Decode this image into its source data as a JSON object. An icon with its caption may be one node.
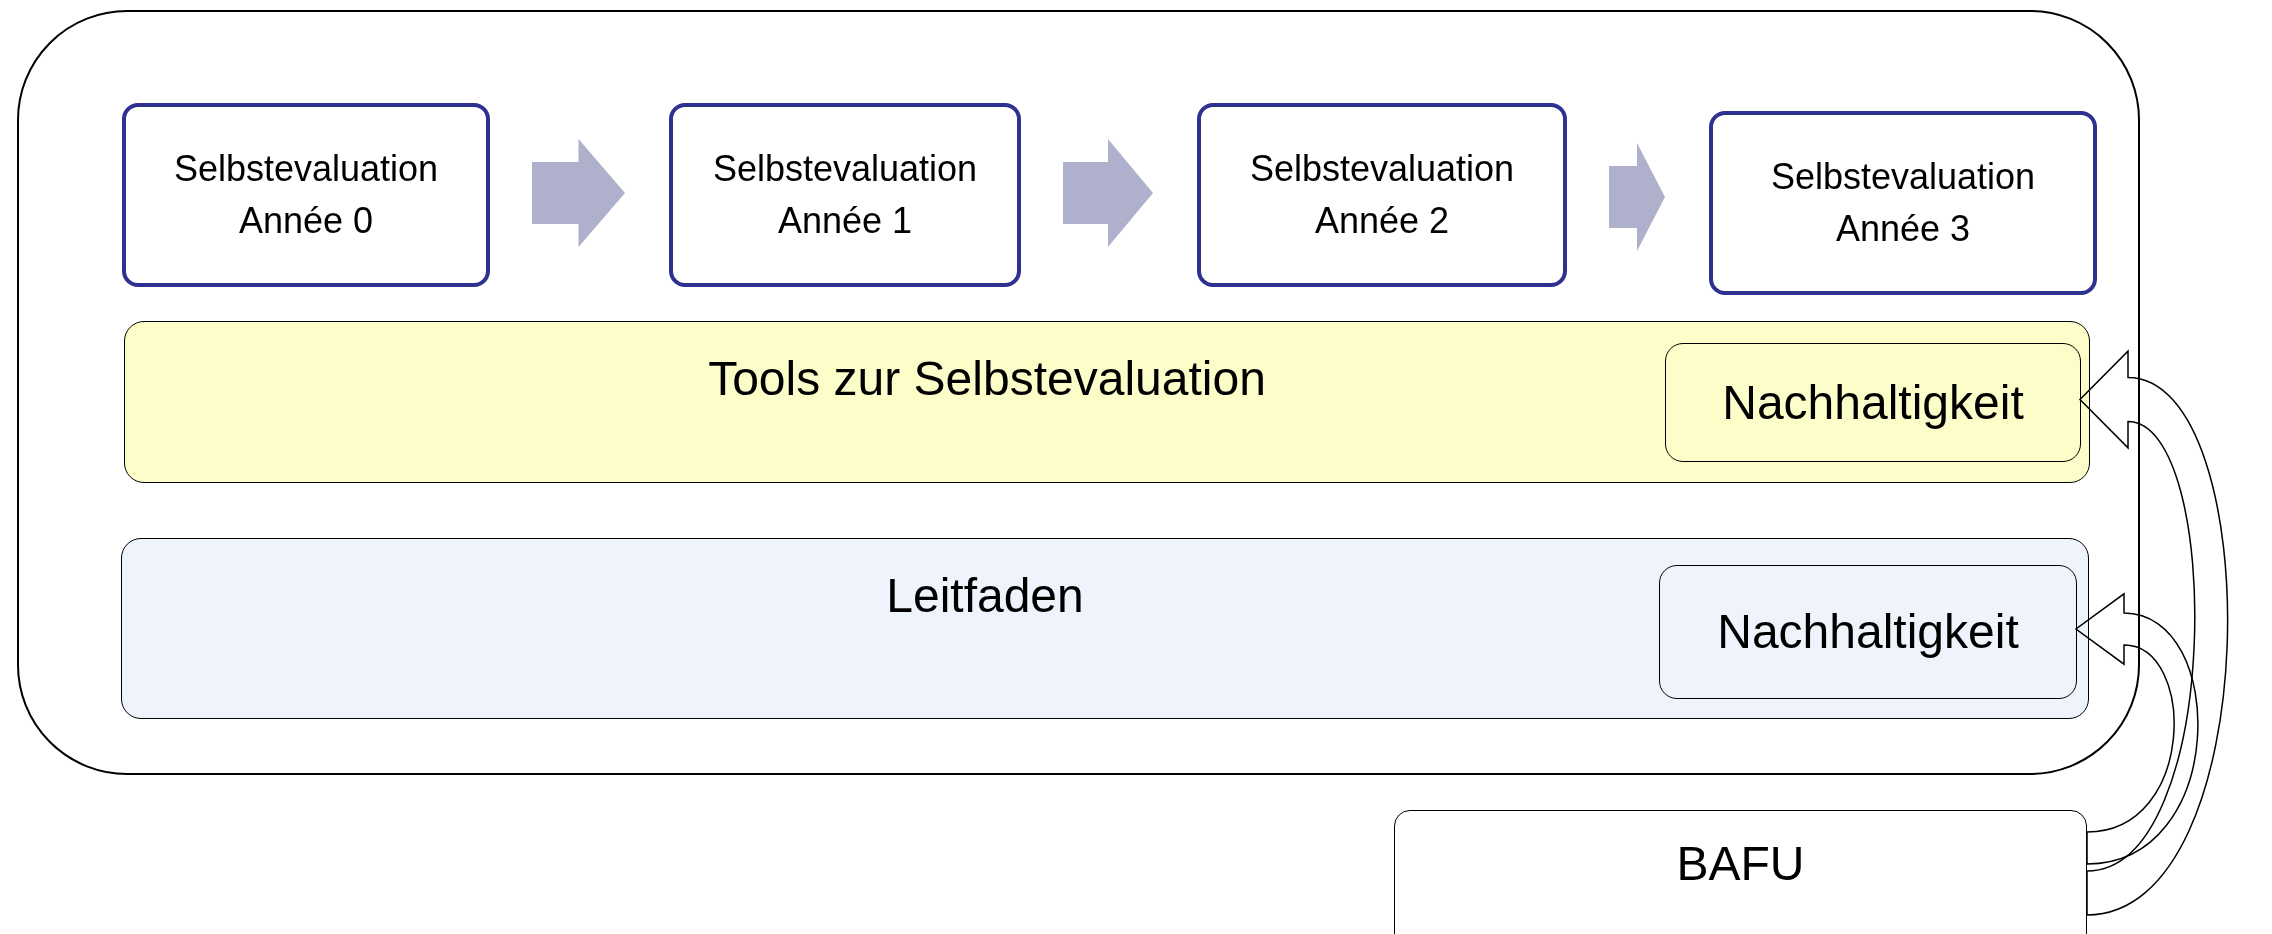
{
  "diagram": {
    "nodes": [
      {
        "text": [],
        "shape": "box"
      },
      {
        "text": [
          "Selbstevaluation Année 0"
        ],
        "in": 0
      },
      {
        "text": [
          "Selbstevaluation Année 1"
        ],
        "in": 0
      },
      {
        "text": [
          "Selbstevaluation Année 2"
        ],
        "in": 0
      },
      {
        "text": [
          "Selbstevaluation Année 3"
        ],
        "in": 0
      },
      {
        "text": [
          "Tools zur Selbstevaluation"
        ],
        "in": 0
      },
      {
        "text": [
          "Nachhaltigkeit"
        ],
        "in": 5
      },
      {
        "text": [
          "Leitfaden"
        ],
        "in": 0
      },
      {
        "text": [
          "Nachhaltigkeit"
        ],
        "in": 7
      },
      {
        "text": [
          "BAFU"
        ]
      }
    ],
    "edges": [
      {
        "from": 1,
        "to": 2,
        "arrow": "to"
      },
      {
        "from": 2,
        "to": 3,
        "arrow": "to"
      },
      {
        "from": 3,
        "to": 4,
        "arrow": "to"
      },
      {
        "from": 9,
        "to": 6,
        "arrow": "to"
      },
      {
        "from": 9,
        "to": 8,
        "arrow": "to"
      }
    ]
  }
}
